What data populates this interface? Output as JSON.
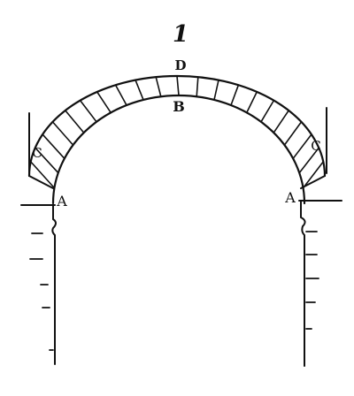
{
  "figure": {
    "number": "1"
  },
  "labels": {
    "crown_top": "D",
    "crown_bottom": "B",
    "springing_left": "A",
    "springing_right": "A",
    "haunch_left": "C",
    "haunch_right": "C"
  },
  "diagram": {
    "subject": "semicircular-arch-with-voussoirs",
    "voussoir_count": 22,
    "ink_color": "#111111",
    "paper_color": "#ffffff"
  }
}
